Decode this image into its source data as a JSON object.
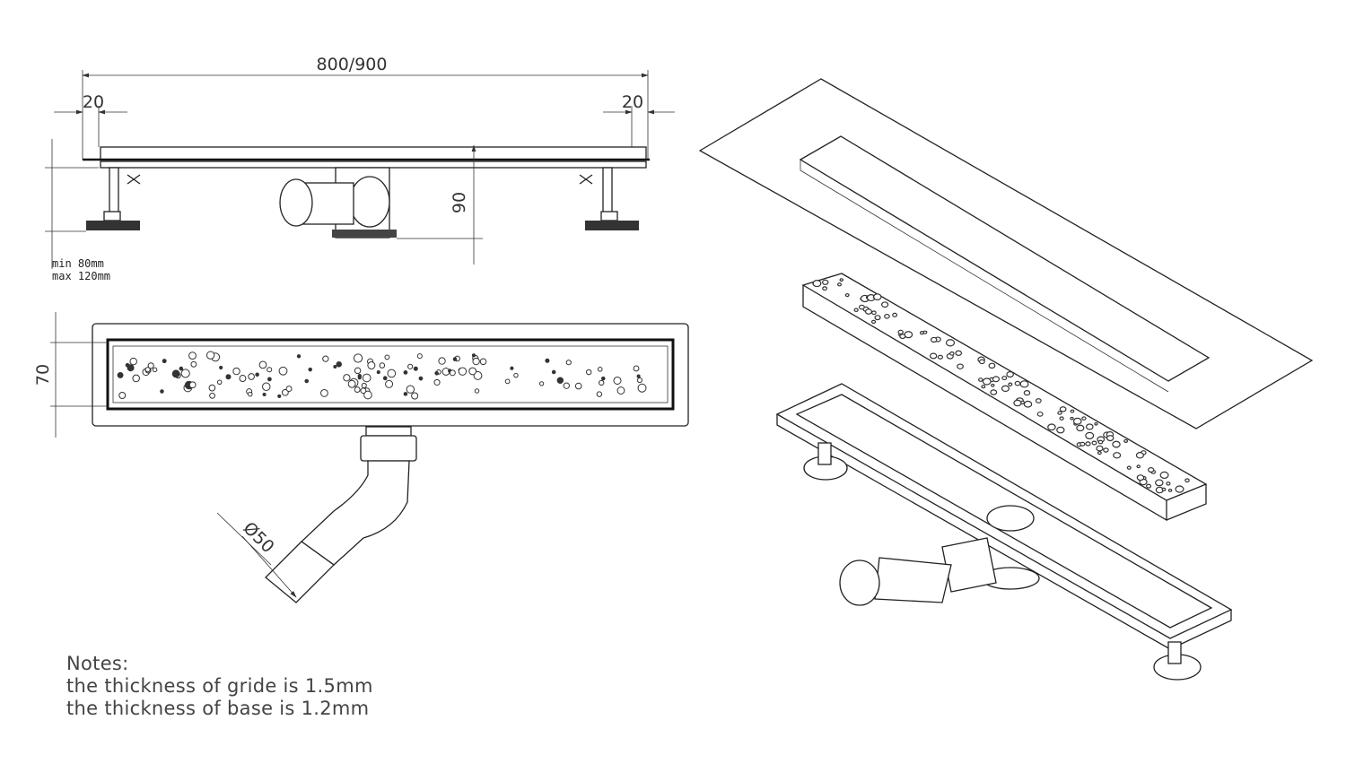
{
  "dimensions": {
    "total_length": "800/900",
    "left_margin": "20",
    "right_margin": "20",
    "height": "90",
    "width": "70",
    "pipe_diameter": "Ø50",
    "leg_min": "min 80mm",
    "leg_max": "max 120mm"
  },
  "notes": {
    "title": "Notes:",
    "line1": "the thickness of gride is 1.5mm",
    "line2": "the thickness of base is 1.2mm"
  }
}
